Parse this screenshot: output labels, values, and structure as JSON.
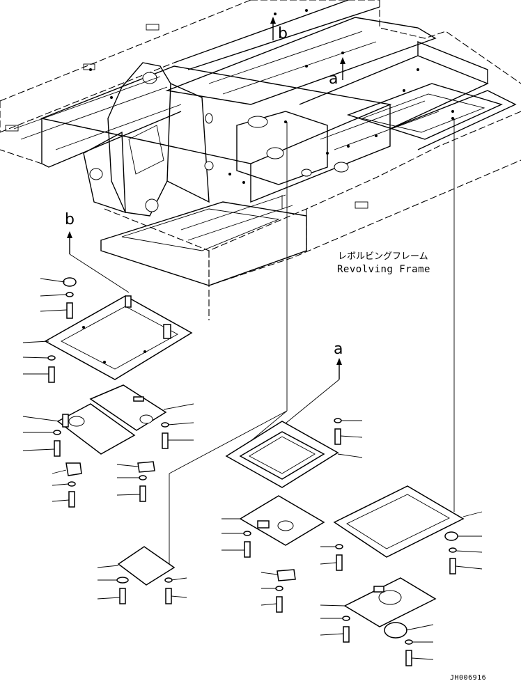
{
  "diagram": {
    "frame_label_jp": "レボルビングフレーム",
    "frame_label_en": "Revolving Frame",
    "view_marker_a": "a",
    "view_marker_b": "b",
    "drawing_code": "JH006916"
  }
}
